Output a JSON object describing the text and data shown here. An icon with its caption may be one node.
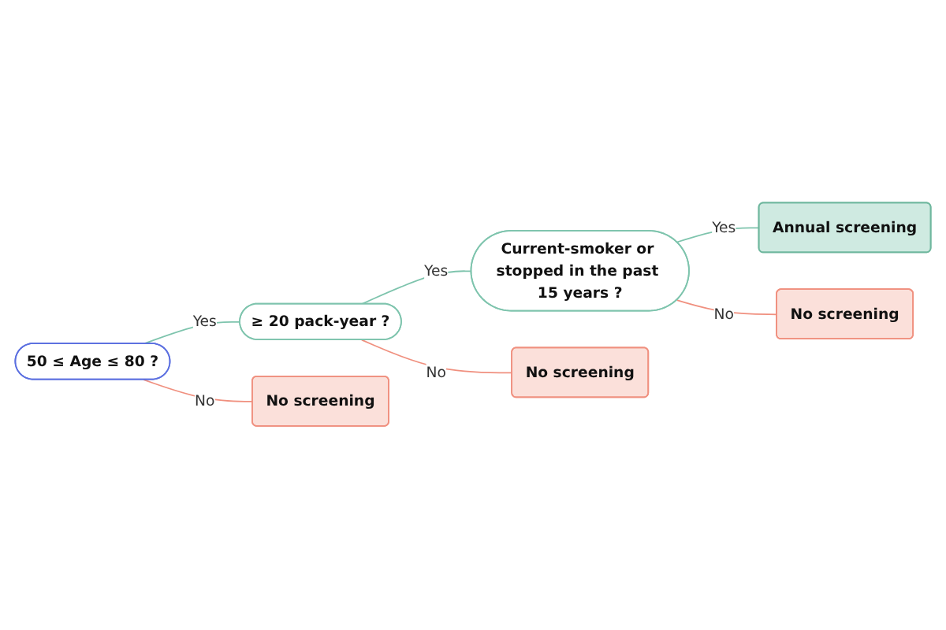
{
  "diagram": {
    "nodes": [
      {
        "text": [
          "50 ≤ Age ≤ 80 ?"
        ]
      },
      {
        "text": [
          "≥ 20 pack-year ?"
        ]
      },
      {
        "text": [
          "No screening"
        ]
      },
      {
        "text": [
          "Current-smoker or stopped in the past 15 years ?"
        ]
      },
      {
        "text": [
          "No screening"
        ]
      },
      {
        "text": [
          "Annual screening"
        ]
      },
      {
        "text": [
          "No screening"
        ]
      }
    ],
    "edges": [
      {
        "from": 0,
        "to": 1,
        "arrow": "none",
        "label": "Yes",
        "color": "#7ec4ad"
      },
      {
        "from": 0,
        "to": 2,
        "arrow": "none",
        "label": "No",
        "color": "#f0907f"
      },
      {
        "from": 1,
        "to": 3,
        "arrow": "none",
        "label": "Yes",
        "color": "#7ec4ad"
      },
      {
        "from": 1,
        "to": 4,
        "arrow": "none",
        "label": "No",
        "color": "#f0907f"
      },
      {
        "from": 3,
        "to": 5,
        "arrow": "none",
        "label": "Yes",
        "color": "#7ec4ad"
      },
      {
        "from": 3,
        "to": 6,
        "arrow": "none",
        "label": "No",
        "color": "#f0907f"
      }
    ]
  }
}
